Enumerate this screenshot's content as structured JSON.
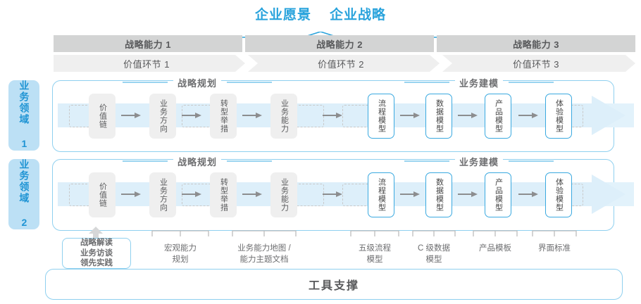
{
  "header": {
    "titles": [
      "企业愿景",
      "企业战略"
    ],
    "accent_color": "#29a3dc"
  },
  "capability_bars": [
    {
      "label": "战略能力 1"
    },
    {
      "label": "战略能力 2"
    },
    {
      "label": "战略能力 3"
    }
  ],
  "value_chain_bars": [
    {
      "label": "价值环节 1"
    },
    {
      "label": "价值环节 2"
    },
    {
      "label": "价值环节 3"
    }
  ],
  "domains": [
    {
      "label": "业务领域 1"
    },
    {
      "label": "业务领域 2"
    }
  ],
  "sections": {
    "planning": "战略规划",
    "modeling": "业务建模"
  },
  "nodes": [
    {
      "label": "价值链",
      "style": "gray"
    },
    {
      "label": "业务方向",
      "style": "gray"
    },
    {
      "label": "转型举措",
      "style": "gray"
    },
    {
      "label": "业务能力",
      "style": "gray"
    },
    {
      "label": "流程模型",
      "style": "blue"
    },
    {
      "label": "数据模型",
      "style": "blue"
    },
    {
      "label": "产品模型",
      "style": "blue"
    },
    {
      "label": "体验模型",
      "style": "blue"
    }
  ],
  "strategy_chip": {
    "lines": [
      "战略解读",
      "业务访谈",
      "领先实践"
    ]
  },
  "bottom_labels": [
    {
      "line1": "宏观能力",
      "line2": "规划"
    },
    {
      "line1": "业务能力地图 /",
      "line2": "能力主题文档"
    },
    {
      "line1": "五级流程",
      "line2": "模型"
    },
    {
      "line1": "C 级数据",
      "line2": "模型"
    },
    {
      "line1": "产品模板",
      "line2": ""
    },
    {
      "line1": "界面标准",
      "line2": ""
    }
  ],
  "tool_support": {
    "label": "工具支撑"
  },
  "colors": {
    "accent_blue": "#29a3dc",
    "border_blue": "#8fd0ef",
    "chip_blue": "#bce0f5",
    "bar_dark_gray": "#d3d4d4",
    "bar_light_gray": "#efefef",
    "text_gray": "#58595b"
  }
}
